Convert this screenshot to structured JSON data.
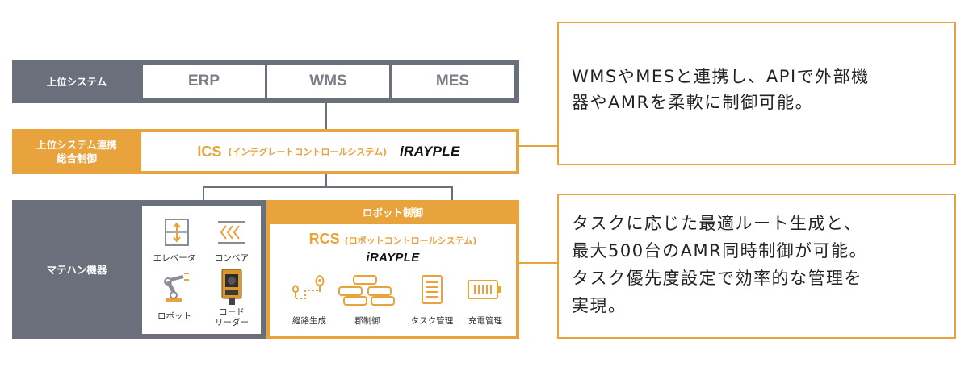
{
  "upper_system": {
    "label": "上位システム",
    "items": [
      "ERP",
      "WMS",
      "MES"
    ]
  },
  "ics_row": {
    "label_line1": "上位システム連携",
    "label_line2": "総合制御",
    "title": "ICS",
    "subtitle": "(インテグレートコントロールシステム)",
    "logo": "iRAYPLE"
  },
  "material_handling": {
    "label": "マテハン機器",
    "devices": [
      {
        "icon": "elevator-icon",
        "label": "エレベータ"
      },
      {
        "icon": "conveyor-icon",
        "label": "コンベア"
      },
      {
        "icon": "robot-arm-icon",
        "label": "ロボット"
      },
      {
        "icon": "code-reader-icon",
        "label_line1": "コード",
        "label_line2": "リーダー"
      }
    ]
  },
  "robot_control": {
    "header": "ロボット制御",
    "title": "RCS",
    "subtitle": "(ロボットコントロールシステム)",
    "logo": "iRAYPLE",
    "features": [
      {
        "icon": "route-icon",
        "label": "経路生成"
      },
      {
        "icon": "fleet-icon",
        "label": "郡制御"
      },
      {
        "icon": "task-list-icon",
        "label": "タスク管理"
      },
      {
        "icon": "battery-icon",
        "label": "充電管理"
      }
    ]
  },
  "callouts": [
    {
      "line1": "WMSやMESと連携し、APIで外部機",
      "line2": "器やAMRを柔軟に制御可能。"
    },
    {
      "line1": "タスクに応じた最適ルート生成と、",
      "line2": "最大500台のAMR同時制御が可能。",
      "line3": "タスク優先度設定で効率的な管理を",
      "line4": "実現。"
    }
  ],
  "colors": {
    "orange": "#e8a33d",
    "gray": "#6b6f7c"
  }
}
